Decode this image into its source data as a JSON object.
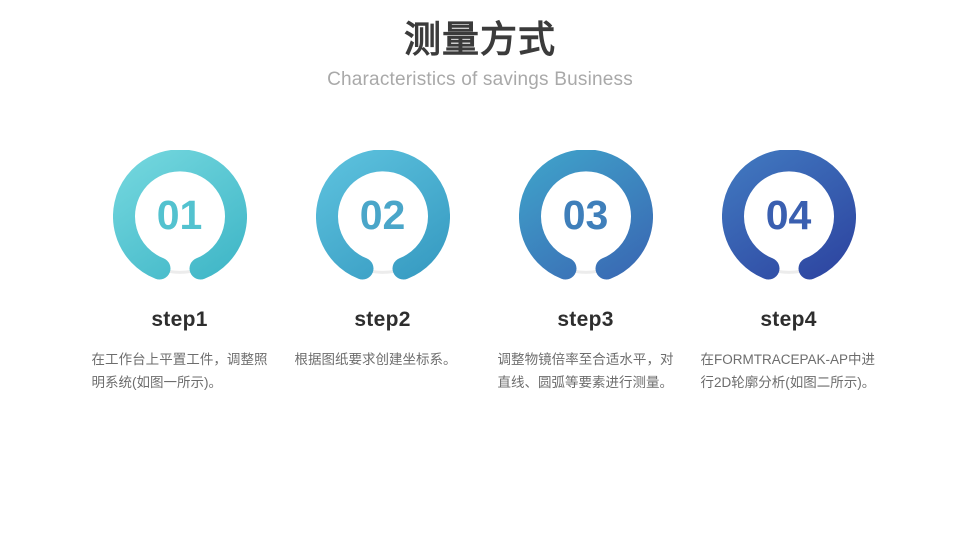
{
  "header": {
    "title": "测量方式",
    "subtitle": "Characteristics of savings Business",
    "title_color": "#3b3b3b",
    "subtitle_color": "#a9a9a9"
  },
  "steps": [
    {
      "number": "01",
      "label": "step1",
      "description": "在工作台上平置工件，调整照明系统(如图一所示)。",
      "ring_color_start": "#6fd4dc",
      "ring_color_end": "#44b9c9",
      "number_color": "#53c2cf",
      "track_color": "#ececec"
    },
    {
      "number": "02",
      "label": "step2",
      "description": "根据图纸要求创建坐标系。",
      "ring_color_start": "#59bedb",
      "ring_color_end": "#3a9ec4",
      "number_color": "#4aa6c9",
      "track_color": "#ececec"
    },
    {
      "number": "03",
      "label": "step3",
      "description": "调整物镜倍率至合适水平，对直线、圆弧等要素进行测量。",
      "ring_color_start": "#3f9dc8",
      "ring_color_end": "#3a6db5",
      "number_color": "#3f7fba",
      "track_color": "#ececec"
    },
    {
      "number": "04",
      "label": "step4",
      "description": "在FORMTRACEPAK-AP中进行2D轮廓分析(如图二所示)。",
      "ring_color_start": "#3f74bd",
      "ring_color_end": "#2f49a3",
      "number_color": "#3a5fb0",
      "track_color": "#ececec"
    }
  ]
}
